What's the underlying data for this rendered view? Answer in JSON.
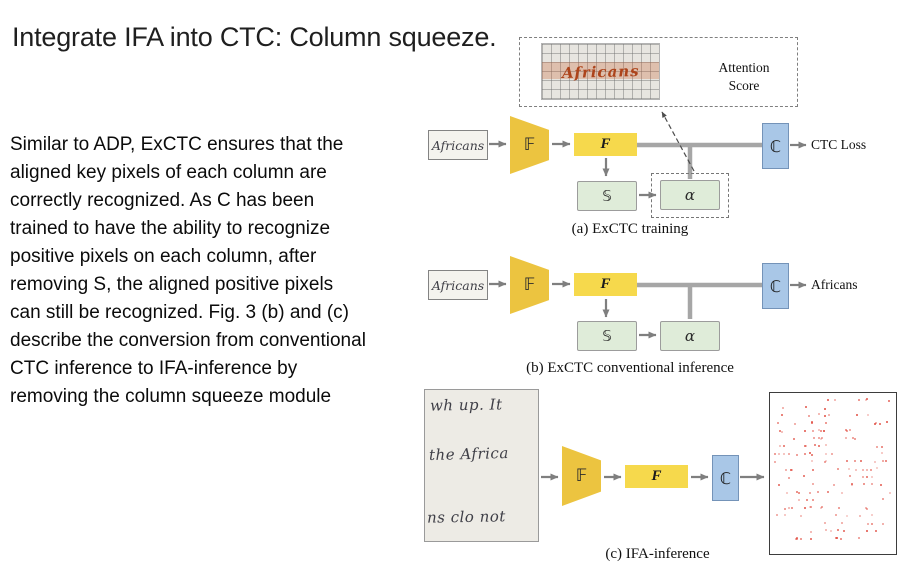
{
  "slide": {
    "title": "Integrate IFA into CTC: Column squeeze.",
    "body_lines": [
      "Similar to ADP, ExCTC ensures that the",
      "aligned key pixels of each column are",
      "correctly recognized. As C has been",
      "trained to have the ability to recognize",
      "positive pixels on each column, after",
      "removing S, the aligned positive pixels",
      "can still be recognized. Fig. 3 (b) and (c)",
      "describe the conversion from conventional",
      "CTC inference to IFA-inference by",
      "removing the column squeeze module"
    ]
  },
  "attention": {
    "word": "Africans",
    "label_line1": "Attention",
    "label_line2": "Score"
  },
  "diagram_a": {
    "input": "Africans",
    "extractor": "𝔽",
    "feature": "F",
    "squeeze": "𝕊",
    "alpha": "α",
    "classifier": "ℂ",
    "output": "CTC Loss",
    "caption": "(a) ExCTC training"
  },
  "diagram_b": {
    "input": "Africans",
    "extractor": "𝔽",
    "feature": "F",
    "squeeze": "𝕊",
    "alpha": "α",
    "classifier": "ℂ",
    "output": "Africans",
    "caption": "(b) ExCTC conventional inference"
  },
  "diagram_c": {
    "input_lines": [
      "wh up.  It",
      "the Africa",
      "ns clo not"
    ],
    "extractor": "𝔽",
    "feature": "F",
    "classifier": "ℂ",
    "caption": "(c) IFA-inference",
    "dots": {
      "count": 150,
      "color": "#e0483c"
    }
  },
  "colors": {
    "gold-trap": "#ecc440",
    "gold-rect": "#f6d94c",
    "green-fill": "#dfecd9",
    "green-border": "#9c9c9c",
    "blue-fill": "#a9c7e7",
    "blue-border": "#7493b8",
    "line-gray": "#a6a6a6",
    "arrow-gray": "#7f7f7f",
    "attn-orange": "#d2580d",
    "dot-red": "#e0483c",
    "hand-ink": "#3f3f47"
  }
}
